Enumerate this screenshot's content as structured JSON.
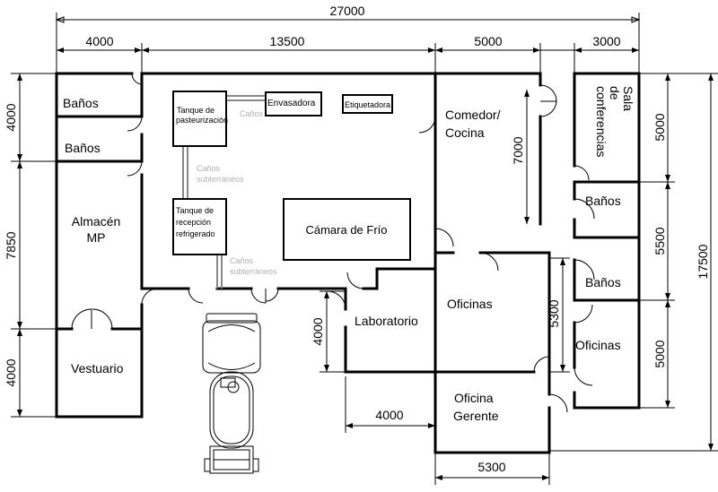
{
  "dimensions": {
    "total_width": "27000",
    "w1": "4000",
    "w2": "13500",
    "w3": "5000",
    "w4": "3000",
    "left_top": "4000",
    "left_mid": "7850",
    "left_bottom": "4000",
    "right_total": "17500",
    "right_1": "5000",
    "right_2": "5500",
    "right_3": "5000",
    "comedor_height": "7000",
    "lab_height": "4000",
    "oficinas_height": "5300",
    "gerente_offset": "4000",
    "gerente_width": "5300"
  },
  "rooms": {
    "banos_1": "Baños",
    "banos_2": "Baños",
    "almacen_l1": "Almacén",
    "almacen_l2": "MP",
    "vestuario": "Vestuario",
    "comedor_l1": "Comedor/",
    "comedor_l2": "Cocina",
    "sala_l1": "Sala",
    "sala_l2": "de",
    "sala_l3": "conferencias",
    "banos_3": "Baños",
    "banos_4": "Baños",
    "oficinas_1": "Oficinas",
    "oficinas_2": "Oficinas",
    "laboratorio": "Laboratorio",
    "gerente_l1": "Oficina",
    "gerente_l2": "Gerente",
    "camara": "Cámara de Frío"
  },
  "equipment": {
    "tanque_pas_l1": "Tanque de",
    "tanque_pas_l2": "pasteurización",
    "envasadora": "Envasadora",
    "etiquetadora": "Etiquetadora",
    "tanque_rec_l1": "Tanque de",
    "tanque_rec_l2": "recepción",
    "tanque_rec_l3": "refrigerado"
  },
  "annotations": {
    "canos": "Caños",
    "canos_sub_1a": "Caños",
    "canos_sub_1b": "subterráneos",
    "canos_sub_2a": "Caños",
    "canos_sub_2b": "subterráneos"
  }
}
